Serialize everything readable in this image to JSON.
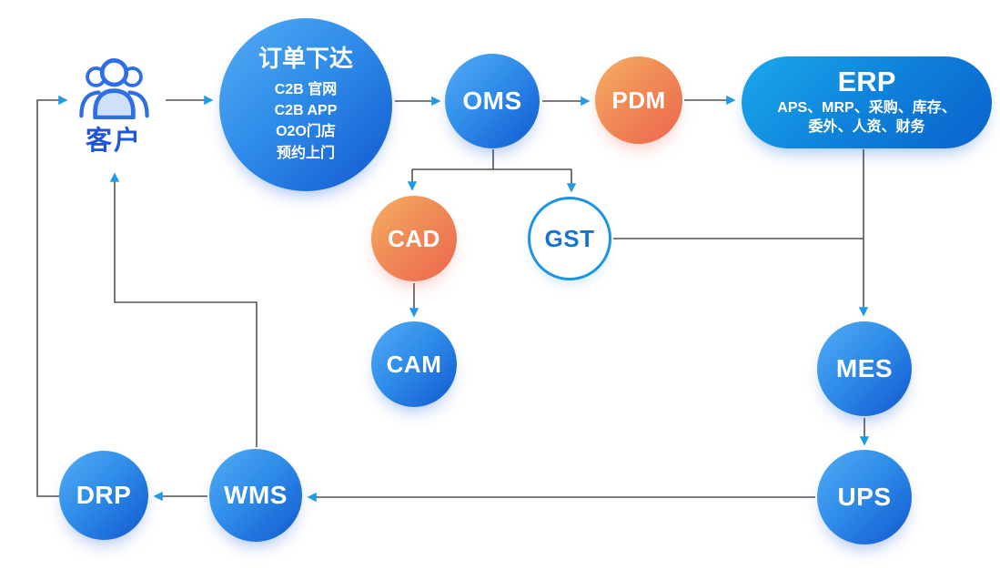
{
  "diagram": {
    "nodes": {
      "customer": {
        "label": "客户"
      },
      "order": {
        "title": "订单下达",
        "items": [
          "C2B 官网",
          "C2B APP",
          "O2O门店",
          "预约上门"
        ]
      },
      "oms": {
        "label": "OMS"
      },
      "pdm": {
        "label": "PDM"
      },
      "erp": {
        "title": "ERP",
        "subtitle_line1": "APS、MRP、采购、库存、",
        "subtitle_line2": "委外、人资、财务"
      },
      "cad": {
        "label": "CAD"
      },
      "gst": {
        "label": "GST"
      },
      "cam": {
        "label": "CAM"
      },
      "mes": {
        "label": "MES"
      },
      "ups": {
        "label": "UPS"
      },
      "wms": {
        "label": "WMS"
      },
      "drp": {
        "label": "DRP"
      }
    },
    "colors": {
      "blue_node_light": "#55acf4",
      "blue_node_dark": "#1158d0",
      "orange_node_light": "#f6b063",
      "orange_node_dark": "#ec664e",
      "erp_light": "#1aa8ec",
      "erp_dark": "#0a62cc",
      "gst_border": "#1a95e5",
      "gst_text": "#1673d3",
      "connector_line": "#515254",
      "arrowhead": "#1e9ce9",
      "customer_icon_stroke": "#2e6fe8",
      "customer_label_text": "#2055dd"
    }
  }
}
